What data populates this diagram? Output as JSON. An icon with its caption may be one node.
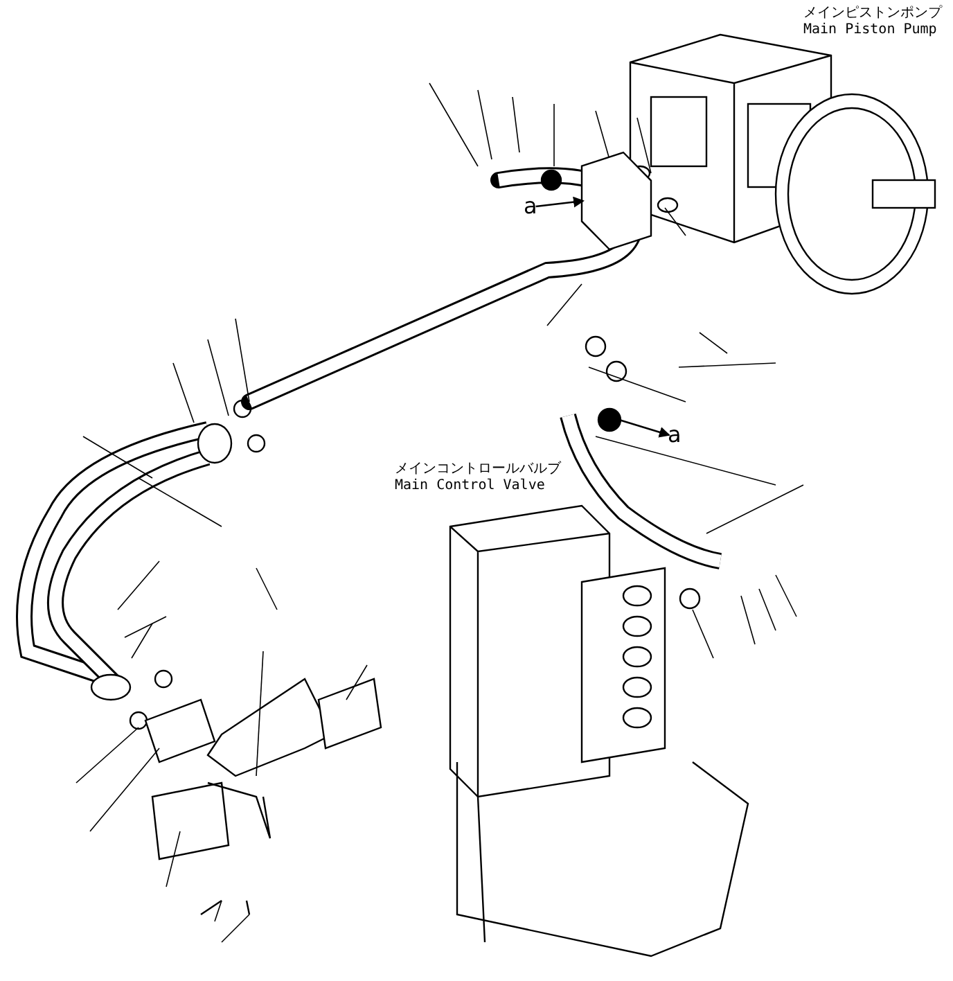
{
  "diagram": {
    "nodes": [
      {
        "text": [
          "a"
        ]
      },
      {
        "text": [
          "a"
        ]
      },
      {
        "text": [],
        "shape": "box"
      },
      {
        "text": [],
        "shape": "circle"
      }
    ],
    "edges": [
      {
        "from": 0,
        "to": 2,
        "arrow": "to"
      },
      {
        "from": 3,
        "to": 1,
        "arrow": "to"
      }
    ],
    "labels": [
      "メインピストンポンプ",
      "Main Piston Pump",
      "メインコントロールバルブ",
      "Main Control Valve"
    ]
  }
}
